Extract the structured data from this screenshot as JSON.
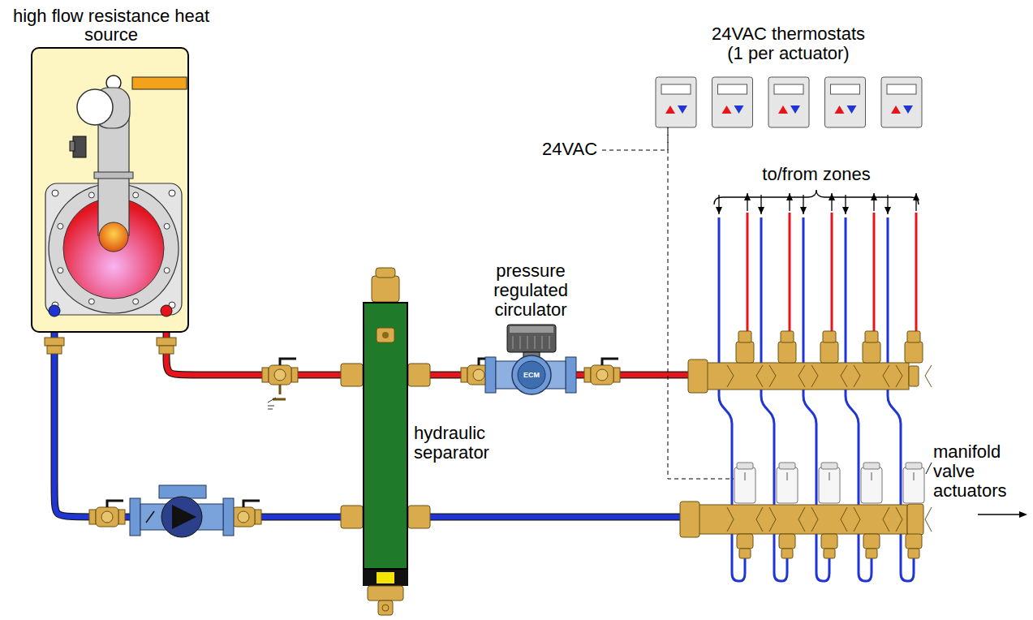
{
  "diagram": {
    "nodes": [
      {
        "text": [
          "high flow resistance heat source"
        ]
      },
      {
        "text": [
          "hydraulic separator"
        ]
      },
      {
        "text": [
          "pressure regulated circulator",
          "ECM"
        ]
      }
    ],
    "edges": [
      {
        "from": 0,
        "to": 1,
        "arrow": "none"
      },
      {
        "from": 1,
        "to": 0,
        "arrow": "none"
      },
      {
        "from": 1,
        "to": 2,
        "arrow": "none"
      }
    ],
    "labels": [
      "24VAC thermostats (1 per actuator)",
      "24VAC",
      "to/from zones",
      "manifold valve actuators"
    ]
  }
}
